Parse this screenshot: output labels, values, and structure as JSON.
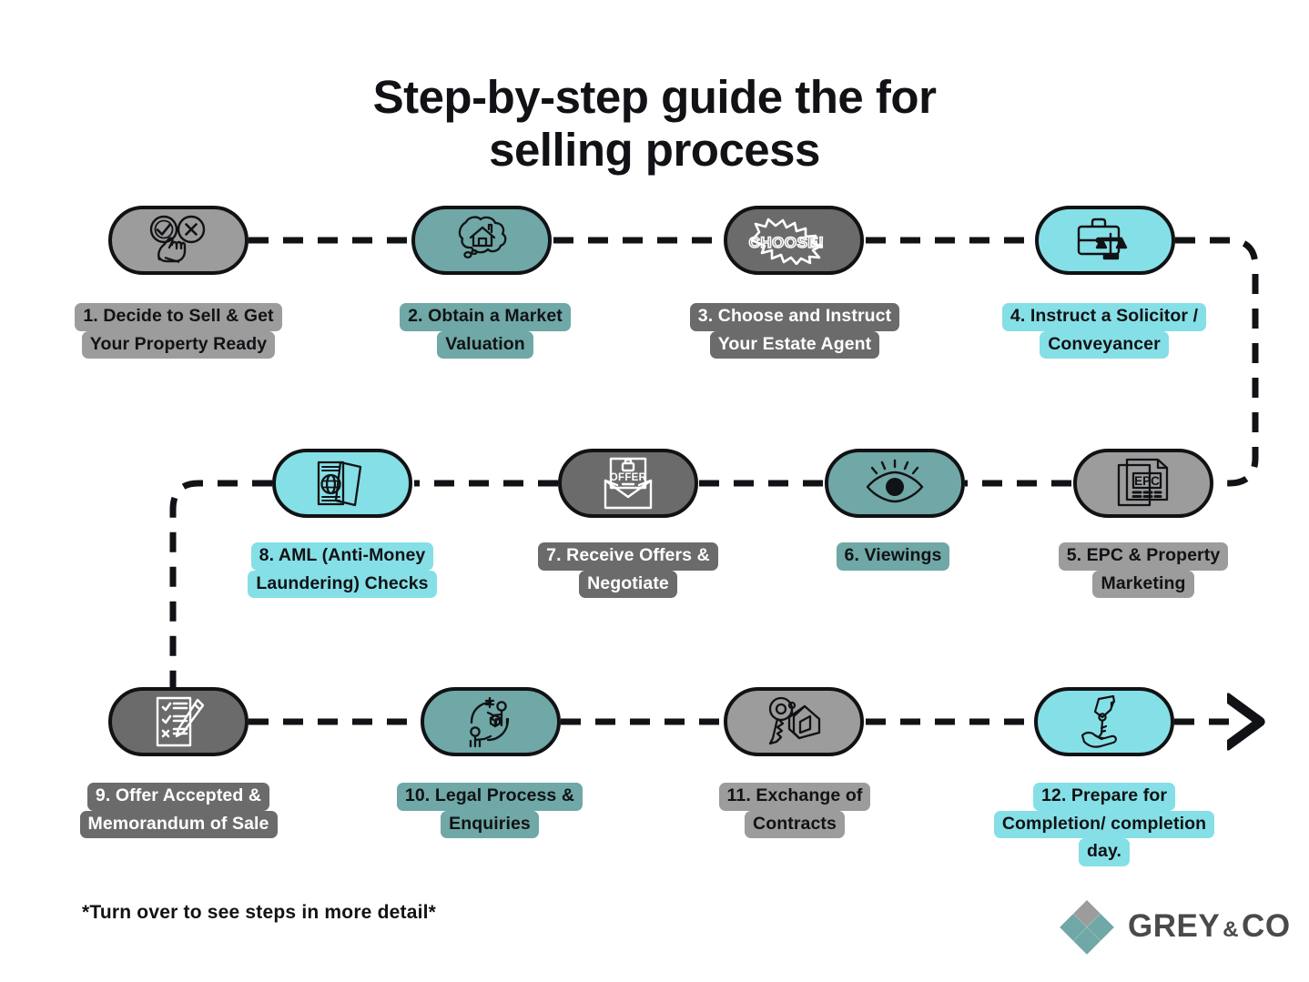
{
  "title": "Step-by-step guide the for\nselling process",
  "colors": {
    "grey": "#9c9c9c",
    "teal": "#6fa8a6",
    "dark_grey": "#6b6b6b",
    "cyan": "#85dfe6",
    "ink": "#111215",
    "white": "#ffffff"
  },
  "steps": [
    {
      "number": "1",
      "label": "1. Decide to Sell & Get Your Property Ready",
      "lines": [
        "1. Decide to Sell & Get",
        "Your Property Ready"
      ],
      "theme": "grey",
      "text_color": "dark",
      "icon": "approve-reject-tap-icon"
    },
    {
      "number": "2",
      "label": "2. Obtain a Market Valuation",
      "lines": [
        "2. Obtain a Market",
        "Valuation"
      ],
      "theme": "teal",
      "text_color": "dark",
      "icon": "thought-bubble-house-icon"
    },
    {
      "number": "3",
      "label": "3. Choose and Instruct Your Estate Agent",
      "lines": [
        "3. Choose and Instruct",
        "Your Estate Agent"
      ],
      "theme": "dark_grey",
      "text_color": "light",
      "icon": "choose-starburst-icon"
    },
    {
      "number": "4",
      "label": "4. Instruct a Solicitor / Conveyancer",
      "lines": [
        "4. Instruct a Solicitor /",
        "Conveyancer"
      ],
      "theme": "cyan",
      "text_color": "dark",
      "icon": "briefcase-scales-icon"
    },
    {
      "number": "5",
      "label": "5. EPC & Property Marketing",
      "lines": [
        "5. EPC & Property",
        "Marketing"
      ],
      "theme": "grey",
      "text_color": "dark",
      "icon": "epc-document-icon"
    },
    {
      "number": "6",
      "label": "6. Viewings",
      "lines": [
        "6. Viewings"
      ],
      "theme": "teal",
      "text_color": "dark",
      "icon": "eye-icon"
    },
    {
      "number": "7",
      "label": "7. Receive Offers & Negotiate",
      "lines": [
        "7. Receive Offers &",
        "Negotiate"
      ],
      "theme": "dark_grey",
      "text_color": "light",
      "icon": "offer-envelope-icon"
    },
    {
      "number": "8",
      "label": "8. AML (Anti-Money Laundering) Checks",
      "lines": [
        "8. AML (Anti-Money",
        "Laundering) Checks"
      ],
      "theme": "cyan",
      "text_color": "dark",
      "icon": "passport-documents-icon"
    },
    {
      "number": "9",
      "label": "9. Offer Accepted & Memorandum of Sale",
      "lines": [
        "9. Offer Accepted &",
        "Memorandum of Sale"
      ],
      "theme": "dark_grey",
      "text_color": "light",
      "icon": "checklist-pencil-icon"
    },
    {
      "number": "10",
      "label": "10. Legal Process & Enquiries",
      "lines": [
        "10. Legal Process &",
        "Enquiries"
      ],
      "theme": "teal",
      "text_color": "dark",
      "icon": "exchange-people-icon"
    },
    {
      "number": "11",
      "label": "11. Exchange of Contracts",
      "lines": [
        "11. Exchange of",
        "Contracts"
      ],
      "theme": "grey",
      "text_color": "dark",
      "icon": "house-keys-icon"
    },
    {
      "number": "12",
      "label": "12. Prepare for Completion/ completion day.",
      "lines": [
        "12. Prepare for",
        "Completion/ completion",
        "day."
      ],
      "theme": "cyan",
      "text_color": "dark",
      "icon": "hand-holding-keys-icon"
    }
  ],
  "footer": {
    "note": "*Turn over to see steps in more detail*",
    "logo_name": "GREY",
    "logo_amp": "&",
    "logo_suffix": "CO"
  }
}
